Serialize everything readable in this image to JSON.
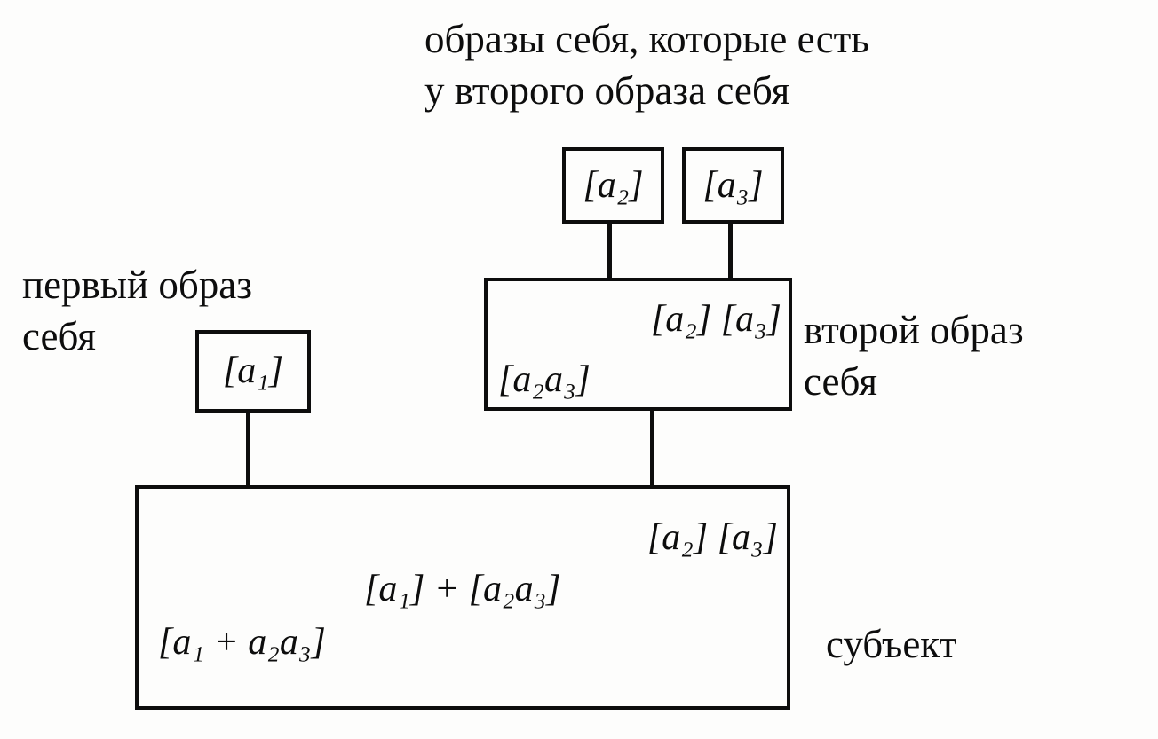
{
  "captions": {
    "top": [
      "образы себя, которые есть",
      "у второго образа себя"
    ],
    "first_image": [
      "первый образ",
      "себя"
    ],
    "second_image": [
      "второй образ",
      "себя"
    ],
    "subject": "субъект"
  },
  "formulas": {
    "a1": "[a₁]",
    "a2": "[a₂]",
    "a3": "[a₃]",
    "second_superscript": "[a₂] [a₃]",
    "second_base": "[a₂a₃]",
    "subject_superscript": "[a₂] [a₃]",
    "subject_middle": "[a₁] + [a₂a₃]",
    "subject_base": "[a₁ + a₂a₃]"
  }
}
